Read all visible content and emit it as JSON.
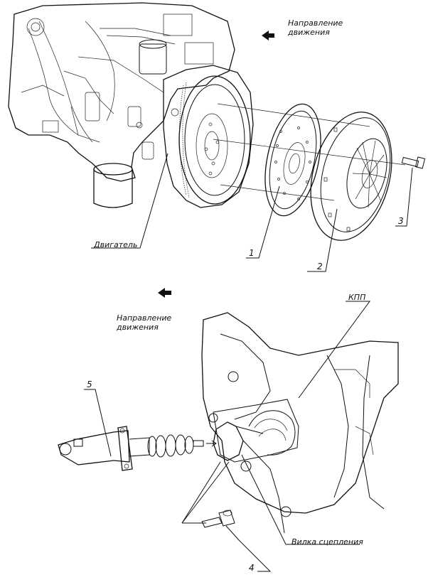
{
  "top_figure": {
    "direction_label_line1": "Направление",
    "direction_label_line2": "движения",
    "engine_label": "Двигатель",
    "callout_1": "1",
    "callout_2": "2",
    "callout_3": "3"
  },
  "bottom_figure": {
    "direction_label_line1": "Направление",
    "direction_label_line2": "движения",
    "gearbox_label": "КПП",
    "fork_label": "Вилка сцепления",
    "callout_4": "4",
    "callout_5": "5"
  },
  "icons": {
    "arrow": "direction-arrow-icon"
  },
  "colors": {
    "line": "#111111",
    "background": "#ffffff"
  }
}
